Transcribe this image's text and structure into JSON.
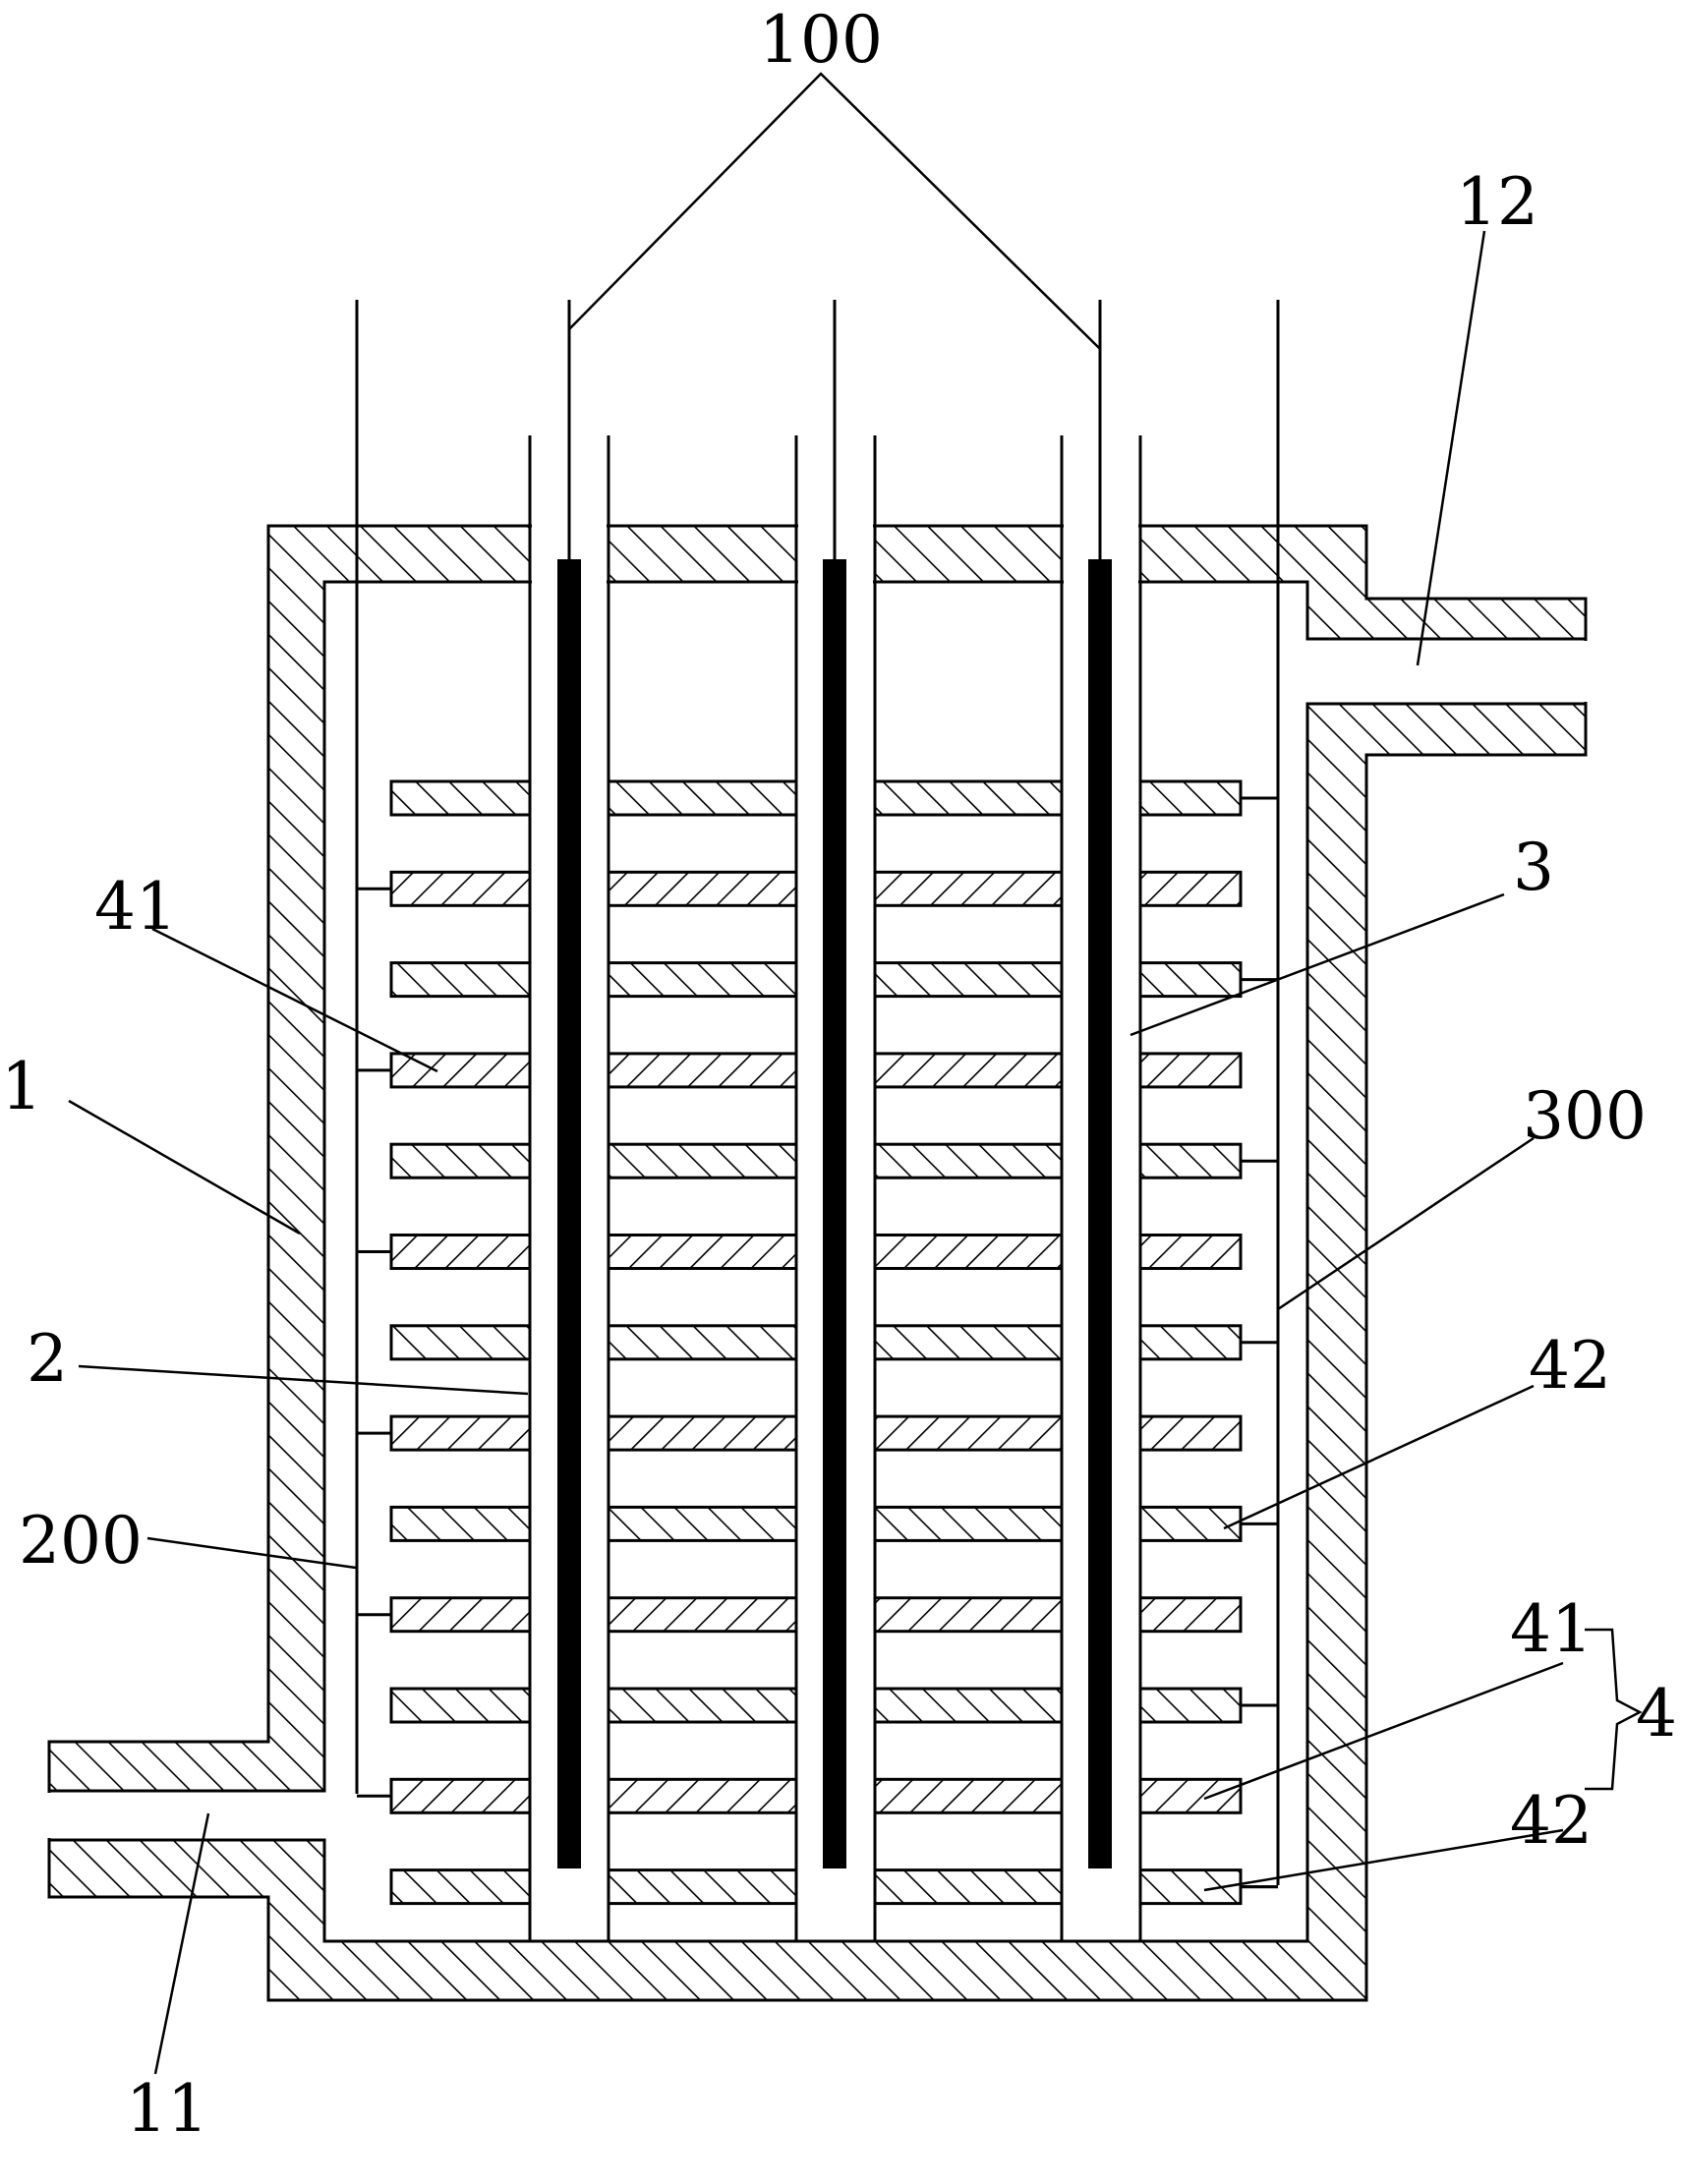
{
  "labels": {
    "top_electrodes": "100",
    "outlet": "12",
    "housing": "1",
    "inlet": "11",
    "plate_a_upper": "41",
    "plate_a_lower": "41",
    "plate_b_upper": "42",
    "plate_b_lower": "42",
    "plate_group": "4",
    "separator": "2",
    "electrode_rod": "3",
    "left_bus": "200",
    "right_bus": "300"
  },
  "colors": {
    "ink": "#000000",
    "background": "#ffffff"
  },
  "plate_count": 13
}
